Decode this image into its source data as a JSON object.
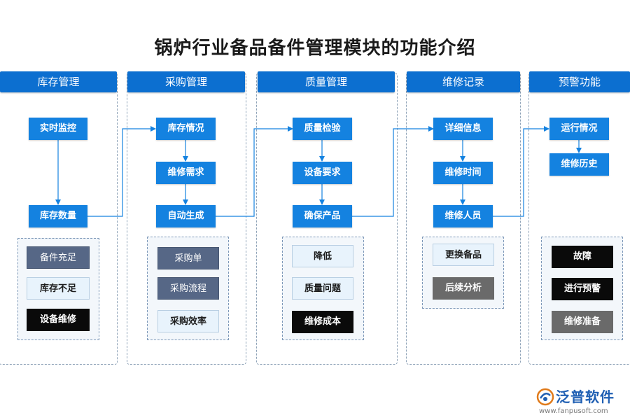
{
  "title": "锅炉行业备品备件管理模块的功能介绍",
  "columns": [
    {
      "header": "库存管理",
      "nodes": [
        "实时监控",
        "库存数量"
      ],
      "tags": [
        "备件充足",
        "库存不足",
        "设备维修"
      ]
    },
    {
      "header": "采购管理",
      "nodes": [
        "库存情况",
        "维修需求",
        "自动生成"
      ],
      "tags": [
        "采购单",
        "采购流程",
        "采购效率"
      ]
    },
    {
      "header": "质量管理",
      "nodes": [
        "质量检验",
        "设备要求",
        "确保产品"
      ],
      "tags": [
        "降低",
        "质量问题",
        "维修成本"
      ]
    },
    {
      "header": "维修记录",
      "nodes": [
        "详细信息",
        "维修时间",
        "维修人员"
      ],
      "tags": [
        "更换备品",
        "后续分析"
      ]
    },
    {
      "header": "预警功能",
      "nodes": [
        "运行情况",
        "维修历史"
      ],
      "tags": [
        "故障",
        "进行预警",
        "维修准备"
      ]
    }
  ],
  "logo": {
    "name": "泛普软件",
    "url": "www.fanpusoft.com"
  },
  "colors": {
    "header_blue": "#0c6fd0",
    "node_blue": "#1482e0",
    "tag_slate": "#566786",
    "tag_light": "#e8f3fc",
    "tag_black": "#0a0a0a",
    "tag_gray": "#6a6a6a"
  }
}
